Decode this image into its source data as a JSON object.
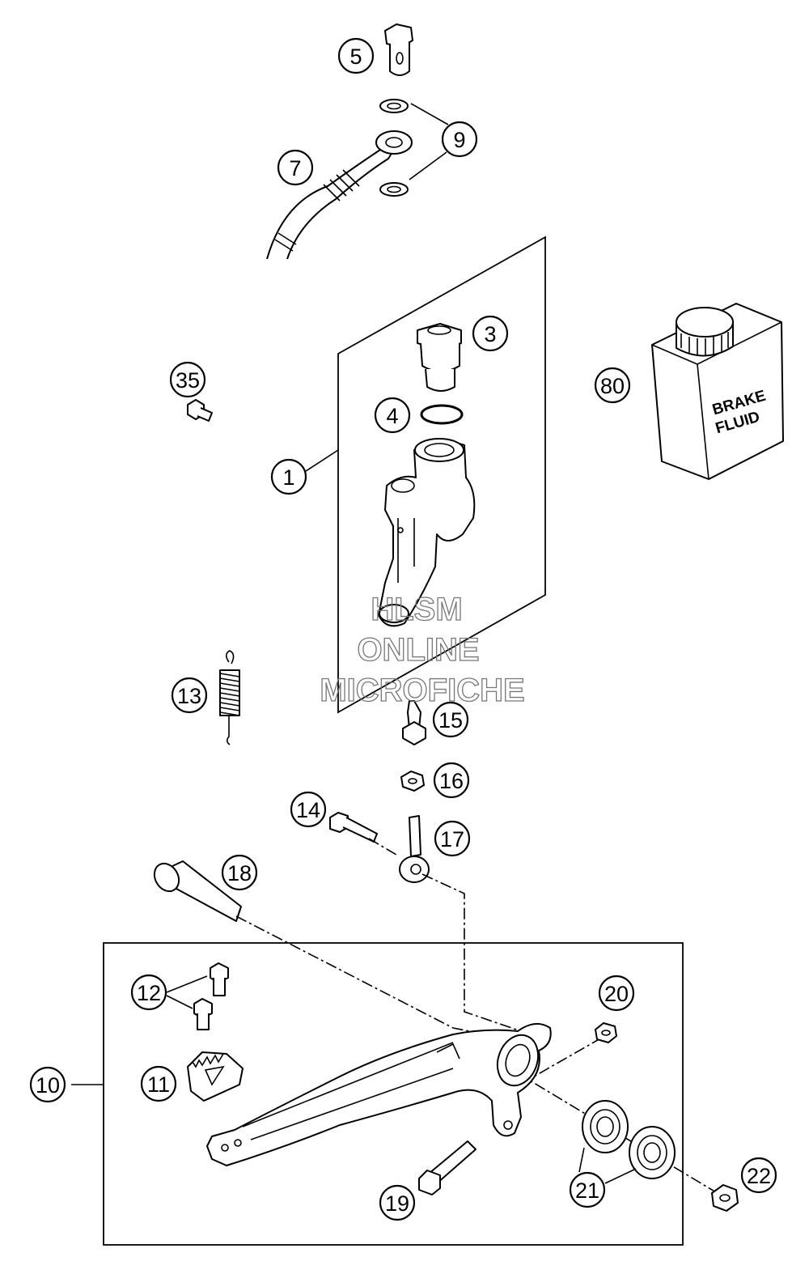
{
  "callouts": [
    {
      "id": "5",
      "label": "5"
    },
    {
      "id": "9",
      "label": "9"
    },
    {
      "id": "7",
      "label": "7"
    },
    {
      "id": "3",
      "label": "3"
    },
    {
      "id": "4",
      "label": "4"
    },
    {
      "id": "1",
      "label": "1"
    },
    {
      "id": "35",
      "label": "35"
    },
    {
      "id": "80",
      "label": "80"
    },
    {
      "id": "13",
      "label": "13"
    },
    {
      "id": "15",
      "label": "15"
    },
    {
      "id": "16",
      "label": "16"
    },
    {
      "id": "14",
      "label": "14"
    },
    {
      "id": "17",
      "label": "17"
    },
    {
      "id": "18",
      "label": "18"
    },
    {
      "id": "20",
      "label": "20"
    },
    {
      "id": "12",
      "label": "12"
    },
    {
      "id": "10",
      "label": "10"
    },
    {
      "id": "11",
      "label": "11"
    },
    {
      "id": "19",
      "label": "19"
    },
    {
      "id": "21",
      "label": "21"
    },
    {
      "id": "22",
      "label": "22"
    }
  ],
  "bottle": {
    "line1": "BRAKE",
    "line2": "FLUID"
  },
  "watermark": {
    "line1": "HLSM",
    "line2": "ONLINE",
    "line3": "MICROFICHE"
  }
}
